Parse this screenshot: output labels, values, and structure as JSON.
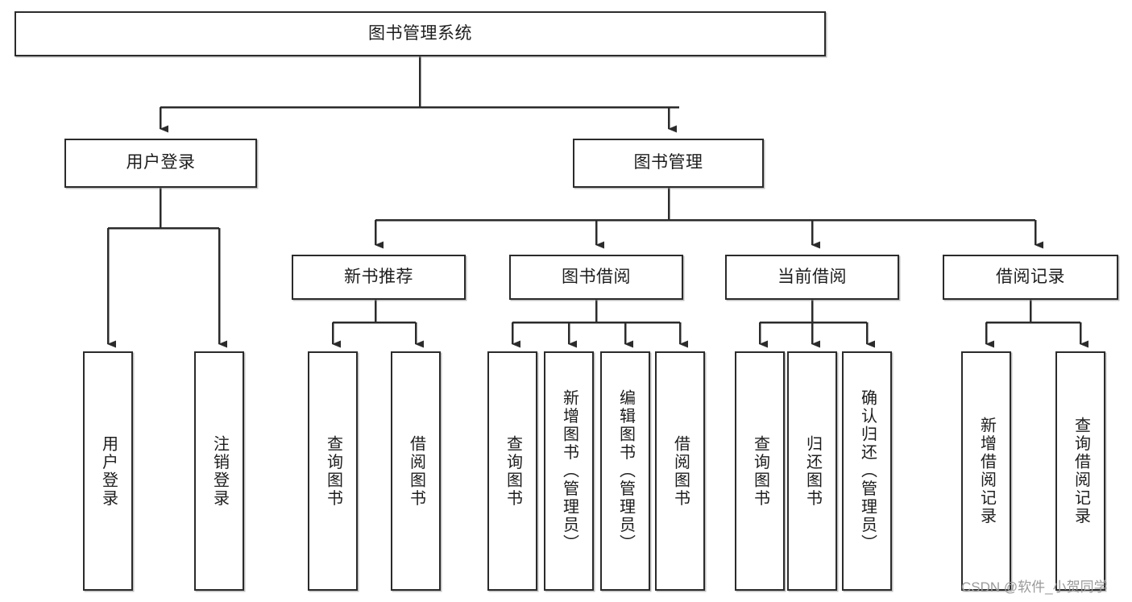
{
  "diagram": {
    "title": "图书管理系统",
    "type": "tree-hierarchy",
    "root": {
      "label": "图书管理系统"
    },
    "level2": [
      {
        "label": "用户登录"
      },
      {
        "label": "图书管理"
      }
    ],
    "level3": [
      {
        "label": "新书推荐"
      },
      {
        "label": "图书借阅"
      },
      {
        "label": "当前借阅"
      },
      {
        "label": "借阅记录"
      }
    ],
    "leaves": {
      "user_login": [
        {
          "label": "用户登录"
        },
        {
          "label": "注销登录"
        }
      ],
      "new_book_recommend": [
        {
          "label": "查询图书"
        },
        {
          "label": "借阅图书"
        }
      ],
      "book_borrow": [
        {
          "label": "查询图书"
        },
        {
          "label": "新增图书（管理员）"
        },
        {
          "label": "编辑图书（管理员）"
        },
        {
          "label": "借阅图书"
        }
      ],
      "current_borrow": [
        {
          "label": "查询图书"
        },
        {
          "label": "归还图书"
        },
        {
          "label": "确认归还（管理员）"
        }
      ],
      "borrow_record": [
        {
          "label": "新增借阅记录"
        },
        {
          "label": "查询借阅记录"
        }
      ]
    }
  },
  "watermark": {
    "text": "CSDN @软件_小贺同学"
  },
  "colors": {
    "stroke": "#2b2b2b",
    "box_fill": "#ffffff",
    "text": "#1d1d1d",
    "watermark": "#9a9a9a",
    "background": "#ffffff"
  }
}
